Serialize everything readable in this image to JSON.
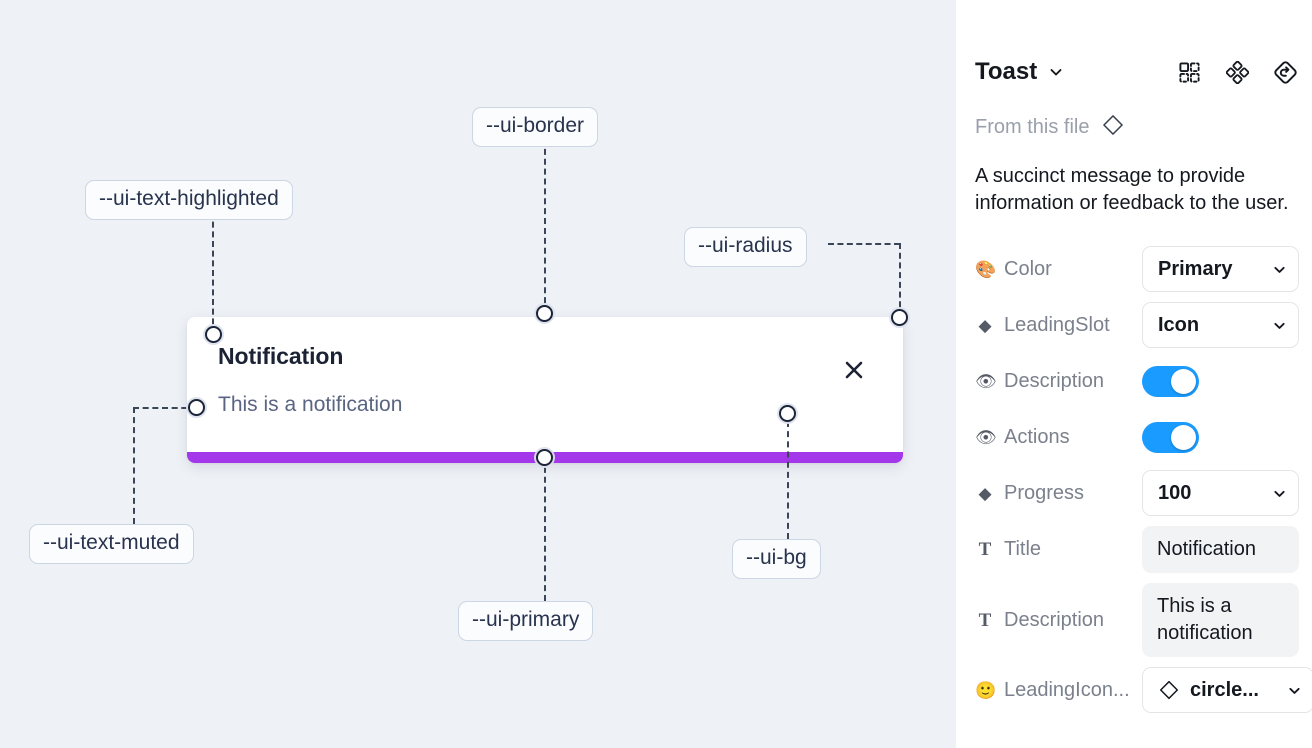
{
  "canvas": {
    "background_color": "#eef1f6",
    "toast": {
      "title": "Notification",
      "description": "This is a notification",
      "close_icon": "close-icon",
      "progress_color": "#a537ea",
      "progress_percent": 100,
      "background_color": "#ffffff"
    },
    "annotations": [
      {
        "label": "--ui-text-highlighted"
      },
      {
        "label": "--ui-border"
      },
      {
        "label": "--ui-radius"
      },
      {
        "label": "--ui-text-muted"
      },
      {
        "label": "--ui-primary"
      },
      {
        "label": "--ui-bg"
      }
    ]
  },
  "panel": {
    "title": "Toast",
    "title_chevron_icon": "chevron-down-icon",
    "header_icons": [
      {
        "name": "component-grid-icon"
      },
      {
        "name": "variants-diamond-icon"
      },
      {
        "name": "reset-diamond-icon"
      }
    ],
    "from_file": {
      "label": "From this file",
      "icon": "diamond-icon"
    },
    "description": "A succinct message to provide information or feedback to the user.",
    "properties": [
      {
        "icon": "palette-emoji",
        "icon_glyph": "🎨",
        "label": "Color",
        "control": "select",
        "value": "Primary"
      },
      {
        "icon": "diamond-emoji",
        "icon_glyph": "◆",
        "label": "LeadingSlot",
        "control": "select",
        "value": "Icon"
      },
      {
        "icon": "eye-emoji",
        "icon_glyph": "👁",
        "label": "Description",
        "control": "toggle",
        "value": "on"
      },
      {
        "icon": "eye-emoji",
        "icon_glyph": "👁",
        "label": "Actions",
        "control": "toggle",
        "value": "on"
      },
      {
        "icon": "diamond-emoji",
        "icon_glyph": "◆",
        "label": "Progress",
        "control": "select",
        "value": "100"
      },
      {
        "icon": "text-serif-icon",
        "icon_glyph": "T",
        "label": "Title",
        "control": "text",
        "value": "Notification"
      },
      {
        "icon": "text-serif-icon",
        "icon_glyph": "T",
        "label": "Description",
        "control": "text",
        "value": "This is a notification"
      },
      {
        "icon": "smiley-emoji",
        "icon_glyph": "🙂",
        "label": "LeadingIcon...",
        "control": "select-icon",
        "value": "circle...",
        "lead_icon": "diamond-icon"
      }
    ],
    "toggle_on_color": "#1a9bff"
  }
}
